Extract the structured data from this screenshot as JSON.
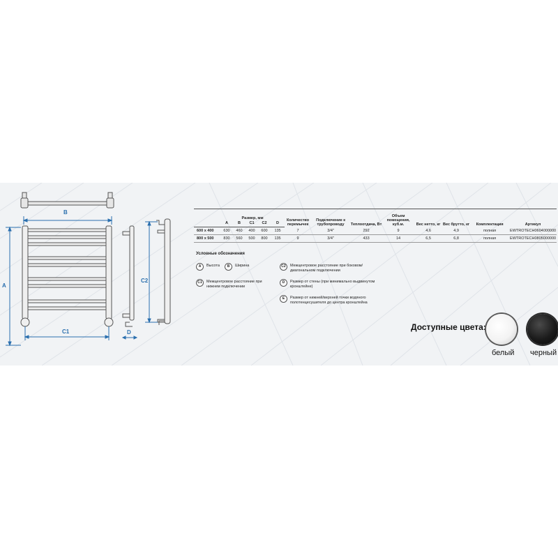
{
  "dimensions": {
    "a": "A",
    "b": "B",
    "c1": "C1",
    "c2": "C2",
    "d": "D"
  },
  "table": {
    "group_header": "Размер, мм",
    "headers": {
      "bars": "Количество перемычек",
      "connection": "Подключение к трубопроводу",
      "heat": "Теплоотдача, Вт",
      "room_volume": "Объем помещения, куб.м.",
      "net_weight": "Вес нетто, кг",
      "gross_weight": "Вес брутто, кг",
      "kit": "Комплектация",
      "article": "Артикул"
    },
    "sub_headers": [
      "A",
      "B",
      "C1",
      "C2",
      "D"
    ],
    "rows": [
      {
        "size": "600 x 400",
        "a": "630",
        "b": "460",
        "c1": "400",
        "c2": "600",
        "d": "135",
        "bars": "7",
        "connection": "3/4\"",
        "heat": "292",
        "room_volume": "9",
        "net_weight": "4,6",
        "gross_weight": "4,9",
        "kit": "полная",
        "article": "EWTROTECH0604000000"
      },
      {
        "size": "800 x 500",
        "a": "830",
        "b": "560",
        "c1": "500",
        "c2": "800",
        "d": "135",
        "bars": "9",
        "connection": "3/4\"",
        "heat": "433",
        "room_volume": "14",
        "net_weight": "6,5",
        "gross_weight": "6,8",
        "kit": "полная",
        "article": "EWTROTECH0805000000"
      }
    ]
  },
  "legend": {
    "title": "Условные обозначения",
    "items": [
      {
        "key": "A",
        "text": "Высота"
      },
      {
        "key": "B",
        "text": "Ширина"
      },
      {
        "key": "C1",
        "text": "Межцентровое расстояние при нижнем подключении"
      },
      {
        "key": "C2",
        "text": "Межцентровое расстояние при боковом/диагональном подключении"
      },
      {
        "key": "D",
        "text": "Размер от стены (при минимально выдвинутом кронштейне)"
      },
      {
        "key": "E",
        "text": "Размер от нижней/верхней точки водяного полотенцесушителя до центра кронштейна"
      }
    ]
  },
  "colors": {
    "title": "Доступные цвета:",
    "options": [
      {
        "name": "белый",
        "hex": "#ffffff"
      },
      {
        "name": "черный",
        "hex": "#111111"
      }
    ]
  },
  "accent_color": "#2a6fae"
}
